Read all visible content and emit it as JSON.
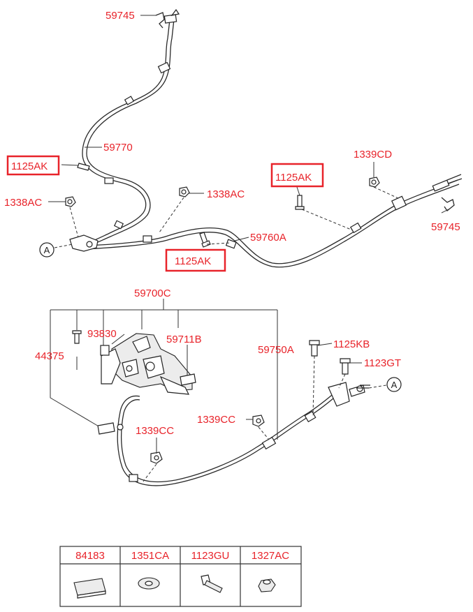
{
  "labels": {
    "p59745_top": "59745",
    "p59770": "59770",
    "p1125AK_left": "1125AK",
    "p1338AC_left": "1338AC",
    "p1338AC_mid": "1338AC",
    "p1125AK_right": "1125AK",
    "p1339CD": "1339CD",
    "p59745_right": "59745",
    "p59760A": "59760A",
    "p1125AK_bottom": "1125AK",
    "p59700C": "59700C",
    "p93830": "93830",
    "p44375": "44375",
    "p59711B": "59711B",
    "p59750A": "59750A",
    "p1125KB": "1125KB",
    "p1123GT": "1123GT",
    "p1339CC_right": "1339CC",
    "p1339CC_left": "1339CC",
    "ref_a_upper": "A",
    "ref_a_lower": "A"
  },
  "table": {
    "headers": [
      "84183",
      "1351CA",
      "1123GU",
      "1327AC"
    ],
    "icons": [
      "pad-icon",
      "washer-icon",
      "bolt-icon",
      "nut-icon"
    ]
  },
  "colors": {
    "label": "#e8232a",
    "line": "#2a2a2a",
    "highlight_box": "#e8232a"
  }
}
